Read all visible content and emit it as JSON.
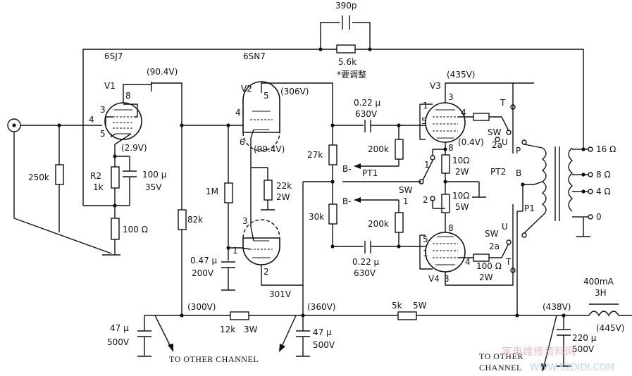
{
  "tubes": {
    "v1": {
      "label": "V1",
      "type": "6SJ7",
      "pin3": "3",
      "pin4": "4",
      "pin5": "5",
      "pin8": "8"
    },
    "v2": {
      "label": "V2",
      "type": "6SN7",
      "pin1": "1",
      "pin2": "2",
      "pin3": "3",
      "pin4": "4",
      "pin5": "5",
      "pin6": "6"
    },
    "v3": {
      "label": "V3",
      "pin1": "1",
      "pin3": "3",
      "pin4": "4",
      "pin5": "5",
      "pin8": "8"
    },
    "v4": {
      "label": "V4",
      "pin1": "1",
      "pin3": "3",
      "pin4": "4",
      "pin5": "5",
      "pin8": "8"
    }
  },
  "voltages": {
    "v1_plate": "(90.4V)",
    "v1_cathode": "(2.9V)",
    "v2_plate": "(306V)",
    "v2_cathode": "(99.4V)",
    "v2_bottom": "301V",
    "v3_plate": "(435V)",
    "v3_cathode": "(0.4V)",
    "rail_300": "(300V)",
    "rail_360": "(360V)",
    "rail_438": "(438V)",
    "rail_445": "(445V)"
  },
  "feedback": {
    "cap": "390p",
    "res": "5.6k",
    "note": "*要调整"
  },
  "components": {
    "r_250k": "250k",
    "r2": "R2",
    "r2_value": "1k",
    "c_100u": "100 µ",
    "c_100u_v": "35V",
    "r_100ohm": "100 Ω",
    "r_82k": "82k",
    "r_1m": "1M",
    "c_047": "0.47 µ",
    "c_047_v": "200V",
    "r_22k": "22k",
    "r_22k_w": "2W",
    "r_27k": "27k",
    "r_30k": "30k",
    "c_022_top": "0.22 µ",
    "c_022_top_v": "630V",
    "c_022_bot": "0.22 µ",
    "c_022_bot_v": "630V",
    "r_200k_top": "200k",
    "r_200k_bot": "200k",
    "r_10ohm_2w": "10Ω",
    "r_10ohm_2w_w": "2W",
    "r_10ohm_5w": "10Ω",
    "r_10ohm_5w_w": "5W",
    "r_100ohm_2w": "100 Ω",
    "r_100ohm_2w_w": "2W",
    "c_47u_left": "47 µ",
    "c_47u_left_v": "500V",
    "c_47u_mid": "47 µ",
    "c_47u_mid_v": "500V",
    "r_12k": "12k",
    "r_12k_w": "3W",
    "r_5k": "5k",
    "r_5k_w": "5W",
    "c_220u": "220 µ",
    "c_220u_v": "500V",
    "choke": "3H",
    "choke_i": "400mA"
  },
  "switches": {
    "sw": "SW",
    "sw_1": "1",
    "sw_2": "2",
    "sw_2a": "2a",
    "sw_u": "U",
    "sw_t": "T"
  },
  "nodes": {
    "b_minus_top": "B-",
    "b_minus_bot": "B-",
    "pt1": "PT1",
    "pt2": "PT2",
    "p": "P",
    "b": "B",
    "p1": "P1"
  },
  "outputs": {
    "o16": "16 Ω",
    "o8": "8 Ω",
    "o4": "4 Ω",
    "o0": "0"
  },
  "footer": {
    "other_left": "TO OTHER CHANNEL",
    "other_right_1": "TO OTHER",
    "other_right_2": "CHANNEL"
  },
  "watermark": {
    "cn": "家电维修资料网",
    "url": "WWW.52DIDI.COM"
  }
}
